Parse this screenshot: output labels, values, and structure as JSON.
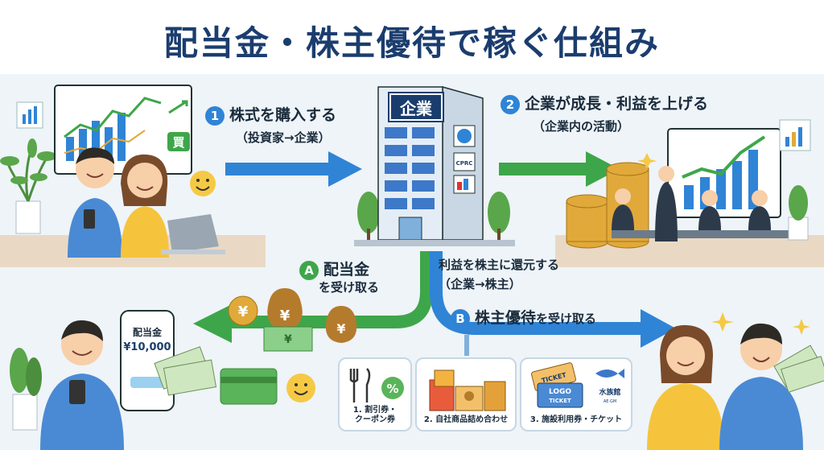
{
  "title": "配当金・株主優待で稼ぐ仕組み",
  "step1": {
    "num": "1",
    "label": "株式を購入する",
    "sub": "（投資家→企業）"
  },
  "step2": {
    "num": "2",
    "label": "企業が成長・利益を上げる",
    "sub": "（企業内の活動）"
  },
  "company_sign": "企業",
  "building_logos": [
    "CPRC"
  ],
  "return_label": {
    "line1": "利益を株主に還元する",
    "line2": "（企業→株主）"
  },
  "path_a": {
    "letter": "A",
    "line1": "配当金",
    "line2": "を受け取る"
  },
  "path_b": {
    "letter": "B",
    "label": "株主優待",
    "suffix": "を受け取る"
  },
  "buy_badge": "買",
  "phone_screen": {
    "label": "配当金",
    "amount": "¥10,000"
  },
  "yen_symbol": "¥",
  "benefits": [
    {
      "label_line1": "1. 割引券・",
      "label_line2": "クーポン券",
      "percent": "%"
    },
    {
      "label_line1": "2. 自社商品詰め合わせ",
      "label_line2": ""
    },
    {
      "label_line1": "3. 施設利用券・チケット",
      "label_line2": "",
      "ticket1": "TICKET",
      "ticket2": "LOGO",
      "ticket3": "TICKET",
      "aquarium": "水族館",
      "aquarium_sub": "AE·GM"
    }
  ],
  "colors": {
    "title": "#1b3d6e",
    "blue_arrow": "#2f84d6",
    "green_arrow": "#3ea64a",
    "gold": "#e0a93a"
  }
}
